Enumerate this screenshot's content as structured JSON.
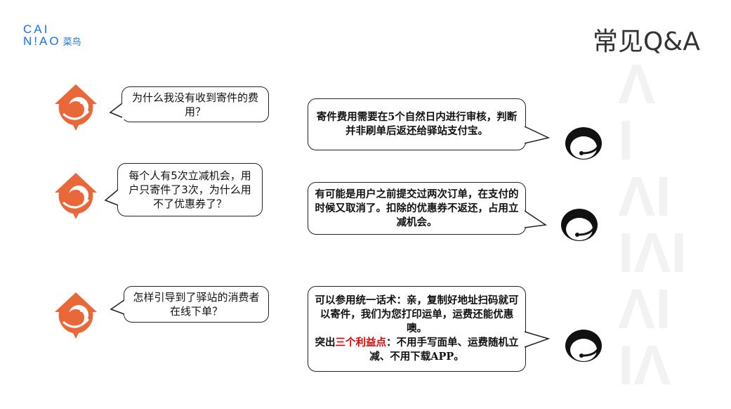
{
  "logo": {
    "line1": "CAI",
    "line2": "N!AO",
    "cn": "菜鸟"
  },
  "title": "常见Q&A",
  "faq": [
    {
      "question": "为什么我没有收到寄件的费用？",
      "answer": "寄件费用需要在5个自然日内进行审核，判断并非刷单后返还给驿站支付宝。"
    },
    {
      "question": "每个人有5次立减机会，用户只寄件了3次，为什么用不了优惠券了？",
      "answer": "有可能是用户之前提交过两次订单，在支付的时候又取消了。扣除的优惠券不返还，占用立减机会。"
    },
    {
      "question": "怎样引导到了驿站的消费者在线下单？",
      "answer_part1": "可以参用统一话术：亲，复制好地址扫码就可以寄件，我们为您打印运单，运费还能优惠噢。",
      "answer_part2": "突出",
      "answer_highlight": "三个利益点",
      "answer_part3": "：不用手写面单、运费随机立减、不用下载APP。"
    }
  ],
  "colors": {
    "brand": "#1a6ff0",
    "bird": "#e8683a",
    "highlight": "#e00000"
  }
}
